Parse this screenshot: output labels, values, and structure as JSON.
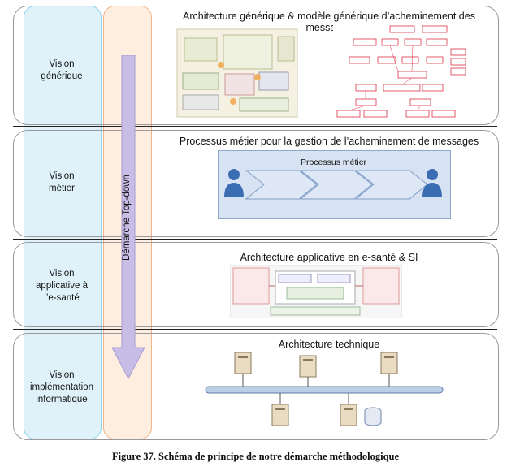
{
  "columns": {
    "blue_color": "#dff2fa",
    "orange_color": "#fdeee0"
  },
  "approach": {
    "label": "Démarche Top-down",
    "arrow_color": "#c7bde6"
  },
  "bands": [
    {
      "vision": "Vision\ngénérique",
      "title": "Architecture générique & modèle générique d’acheminement des messages"
    },
    {
      "vision": "Vision\nmétier",
      "title": "Processus métier pour la gestion de l’acheminement de messages",
      "inner_label": "Processus métier"
    },
    {
      "vision": "Vision\napplicative à\nl’e-santé",
      "title": "Architecture applicative en e-santé & SI"
    },
    {
      "vision": "Vision\nimplémentation\ninformatique",
      "title": "Architecture technique"
    }
  ],
  "caption": "Figure 37. Schéma de principe de notre démarche méthodologique"
}
